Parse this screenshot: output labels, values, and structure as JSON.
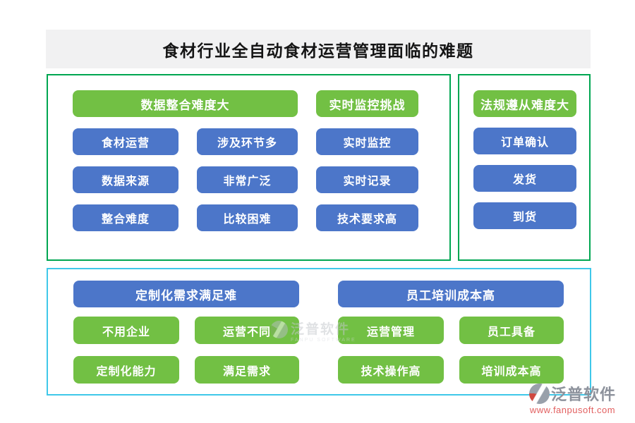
{
  "page": {
    "title": "食材行业全自动食材运营管理面临的难题"
  },
  "colors": {
    "green_button": "#72c044",
    "blue_button": "#4c76c9",
    "panel_border_green": "#00a651",
    "panel_border_cyan": "#3fc8e9",
    "title_band_bg": "#f1f1f2",
    "title_text": "#151515",
    "logo_text_gray": "#8d929c",
    "logo_url_red": "#e26060"
  },
  "top_left_panel": {
    "header": "数据整合难度大",
    "col3_header": "实时监控挑战",
    "rows": [
      [
        "食材运营",
        "涉及环节多",
        "实时监控"
      ],
      [
        "数据来源",
        "非常广泛",
        "实时记录"
      ],
      [
        "整合难度",
        "比较困难",
        "技术要求高"
      ]
    ]
  },
  "top_right_panel": {
    "header": "法规遵从难度大",
    "items": [
      "订单确认",
      "发货",
      "到货"
    ]
  },
  "bottom_left_group": {
    "header": "定制化需求满足难",
    "items": [
      [
        "不用企业",
        "运营不同"
      ],
      [
        "定制化能力",
        "满足需求"
      ]
    ]
  },
  "bottom_right_group": {
    "header": "员工培训成本高",
    "items": [
      [
        "运营管理",
        "员工具备"
      ],
      [
        "技术操作高",
        "培训成本高"
      ]
    ]
  },
  "watermark": {
    "brand": "泛普软件",
    "subtext": "FANPU SOFTWARE"
  },
  "footer_logo": {
    "brand": "泛普软件",
    "url": "www.fanpusoft.com"
  }
}
